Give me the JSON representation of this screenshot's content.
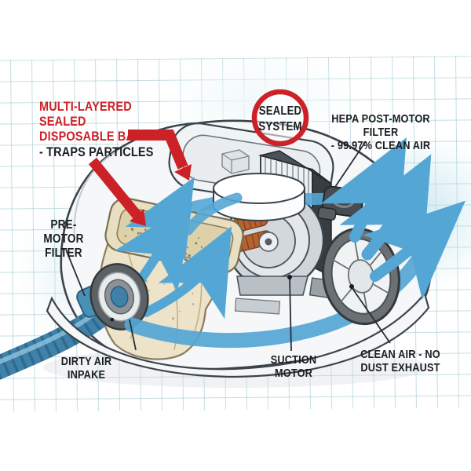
{
  "diagram": {
    "subject": "bagged vacuum cleaner cutaway airflow diagram",
    "labels": {
      "bag": {
        "line1": "MULTI-LAYERED",
        "line2": "SEALED",
        "line3": "DISPOSABLE BAG",
        "line4": "- TRAPS PARTICLES"
      },
      "sealed_system": {
        "line1": "SEALED",
        "line2": "SYSTEM"
      },
      "hepa_filter": {
        "line1": "HEPA POST-MOTOR FILTER",
        "line2": "- 99.97% CLEAN AIR"
      },
      "pre_motor_filter": {
        "line1": "PRE-MOTOR",
        "line2": "FILTER"
      },
      "dirty_air_intake": {
        "line1": "DIRTY AIR",
        "line2": "INPAKE"
      },
      "suction_motor": {
        "line1": "SUCTION",
        "line2": "MOTOR"
      },
      "clean_air_exhaust": {
        "line1": "CLEAN AIR - NO",
        "line2": "DUST EXHAUST"
      }
    },
    "colors": {
      "accent_red": "#cb2127",
      "airflow_blue": "#54a6d5",
      "hose_blue": "#3f81a8",
      "bag_cream": "#ece3c8",
      "body_white": "#f5f7f8",
      "outline_dark": "#3b434b",
      "copper_coil": "#b4622e",
      "grid_line": "#94c4cb"
    }
  }
}
